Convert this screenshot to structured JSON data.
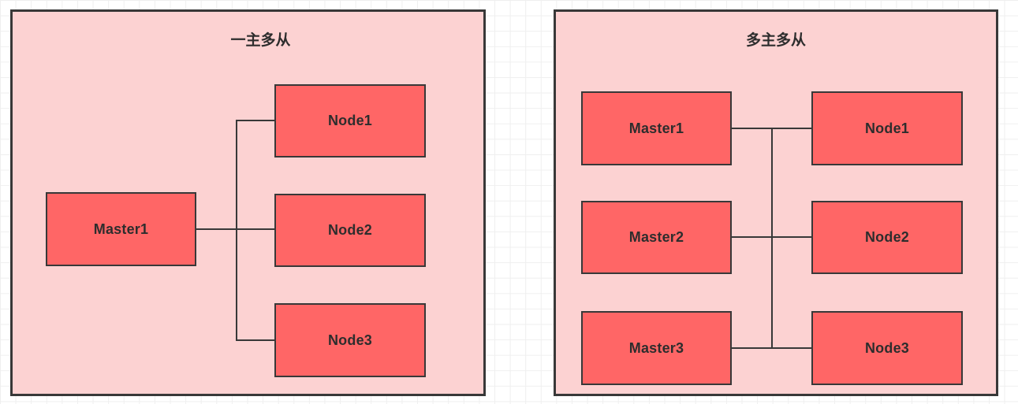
{
  "colors": {
    "panel_fill": "#fcd2d2",
    "box_fill": "#ff6666",
    "stroke": "#383838",
    "text": "#2d2d2d",
    "grid_line": "#efefef",
    "canvas_bg": "#ffffff"
  },
  "diagram": {
    "left_panel": {
      "title": "一主多从",
      "master": {
        "label": "Master1"
      },
      "nodes": [
        {
          "label": "Node1"
        },
        {
          "label": "Node2"
        },
        {
          "label": "Node3"
        }
      ],
      "edges": [
        "Master1-Node1",
        "Master1-Node2",
        "Master1-Node3"
      ]
    },
    "right_panel": {
      "title": "多主多从",
      "masters": [
        {
          "label": "Master1"
        },
        {
          "label": "Master2"
        },
        {
          "label": "Master3"
        }
      ],
      "nodes": [
        {
          "label": "Node1"
        },
        {
          "label": "Node2"
        },
        {
          "label": "Node3"
        }
      ],
      "edges": [
        "Master1-Node1",
        "Master2-Node2",
        "Master3-Node3"
      ],
      "trunk": "central vertical bus linking all three rows"
    }
  }
}
